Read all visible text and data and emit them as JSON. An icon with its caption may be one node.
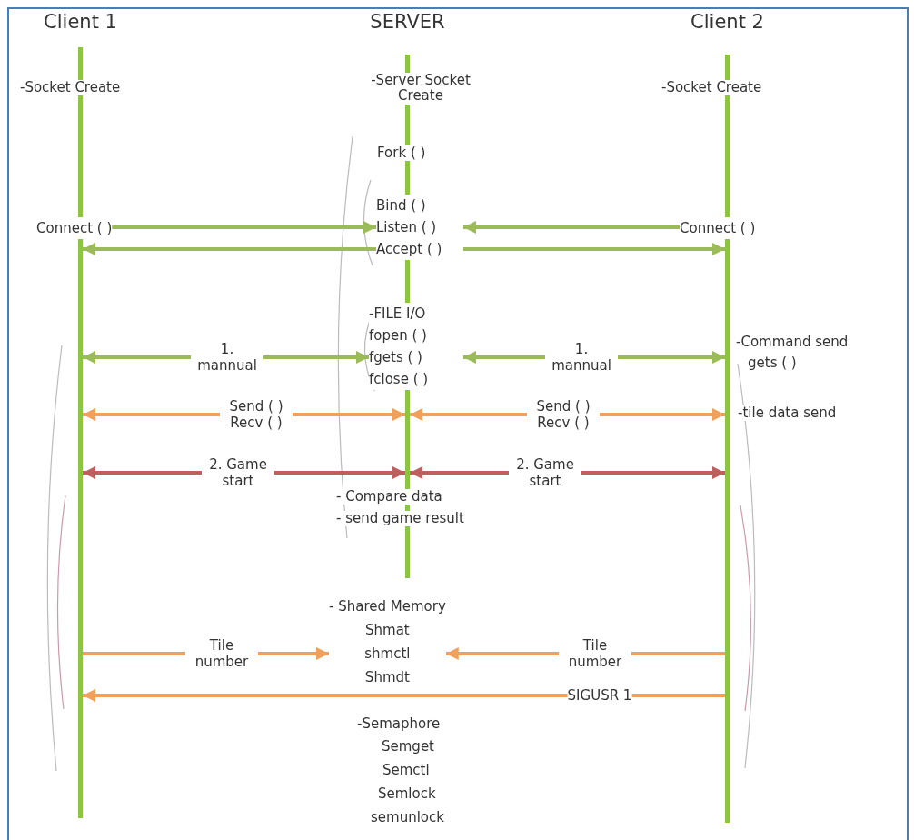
{
  "diagram": {
    "nodes": [
      {
        "text": [
          "Client 1"
        ]
      },
      {
        "text": [
          "SERVER"
        ]
      },
      {
        "text": [
          "Client 2"
        ]
      },
      {
        "text": [
          "Connect ( )"
        ]
      },
      {
        "text": [
          "Bind ( )",
          "Listen ( )",
          "Accept ( )"
        ]
      },
      {
        "text": [
          "Connect ( )"
        ]
      },
      {
        "text": [
          "-FILE I/O",
          "fopen ( )",
          "fgets ( )",
          "fclose ( )"
        ]
      },
      {
        "text": [
          "- Shared Memory",
          "Shmat",
          "shmctl",
          "Shmdt"
        ]
      }
    ],
    "edges": [
      {
        "from": 3,
        "to": 4,
        "arrow": "to"
      },
      {
        "from": 4,
        "to": 0,
        "arrow": "to"
      },
      {
        "from": 5,
        "to": 4,
        "arrow": "to"
      },
      {
        "from": 4,
        "to": 2,
        "arrow": "to"
      },
      {
        "from": 0,
        "to": 6,
        "arrow": "both",
        "label": "1. mannual"
      },
      {
        "from": 6,
        "to": 2,
        "arrow": "both",
        "label": "1. mannual"
      },
      {
        "from": 0,
        "to": 1,
        "arrow": "both",
        "label": "Send ( ) Recv ( )",
        "color": "#f0a05a"
      },
      {
        "from": 1,
        "to": 2,
        "arrow": "both",
        "label": "Send ( ) Recv ( )",
        "color": "#f0a05a"
      },
      {
        "from": 0,
        "to": 1,
        "arrow": "both",
        "label": "2. Game start",
        "color": "#c0605e"
      },
      {
        "from": 1,
        "to": 2,
        "arrow": "both",
        "label": "2. Game start",
        "color": "#c0605e"
      },
      {
        "from": 0,
        "to": 7,
        "arrow": "to",
        "label": "Tile number",
        "color": "#f0a05a"
      },
      {
        "from": 2,
        "to": 7,
        "arrow": "to",
        "label": "Tile number",
        "color": "#f0a05a"
      },
      {
        "from": 2,
        "to": 0,
        "arrow": "to",
        "label": "SIGUSR 1",
        "color": "#f0a05a"
      }
    ],
    "labels": [
      "-Socket Create",
      "-Server Socket Create",
      "-Socket Create",
      "Fork ( )",
      "-Command send",
      "gets ( )",
      "-tile data send",
      "- Compare data",
      "- send game result",
      "-Semaphore",
      "Semget",
      "Semctl",
      "Semlock",
      "semunlock"
    ]
  }
}
